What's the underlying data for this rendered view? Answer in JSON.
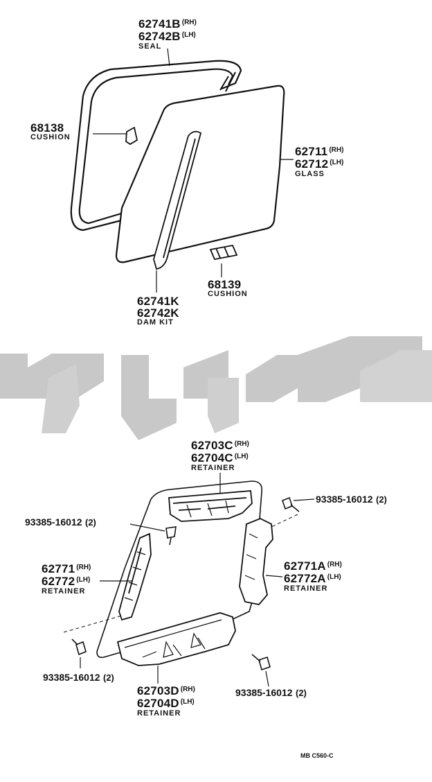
{
  "parts": {
    "seal": {
      "rh_part": "62741B",
      "rh_side": "(RH)",
      "lh_part": "62742B",
      "lh_side": "(LH)",
      "name": "SEAL"
    },
    "cushion_68138": {
      "part": "68138",
      "name": "CUSHION"
    },
    "glass": {
      "rh_part": "62711",
      "rh_side": "(RH)",
      "lh_part": "62712",
      "lh_side": "(LH)",
      "name": "GLASS"
    },
    "cushion_68139": {
      "part": "68139",
      "name": "CUSHION"
    },
    "dam_kit": {
      "part1": "62741K",
      "part2": "62742K",
      "name": "DAM KIT"
    },
    "retainer_top": {
      "rh_part": "62703C",
      "rh_side": "(RH)",
      "lh_part": "62704C",
      "lh_side": "(LH)",
      "name": "RETAINER"
    },
    "retainer_left": {
      "rh_part": "62771",
      "rh_side": "(RH)",
      "lh_part": "62772",
      "lh_side": "(LH)",
      "name": "RETAINER"
    },
    "retainer_right": {
      "rh_part": "62771A",
      "rh_side": "(RH)",
      "lh_part": "62772A",
      "lh_side": "(LH)",
      "name": "RETAINER"
    },
    "retainer_bottom": {
      "rh_part": "62703D",
      "rh_side": "(RH)",
      "lh_part": "62704D",
      "lh_side": "(LH)",
      "name": "RETAINER"
    },
    "bolt_top_right": {
      "part": "93385-16012",
      "qty": "(2)"
    },
    "bolt_top_left": {
      "part": "93385-16012",
      "qty": "(2)"
    },
    "bolt_bottom_left": {
      "part": "93385-16012",
      "qty": "(2)"
    },
    "bolt_bottom_right": {
      "part": "93385-16012",
      "qty": "(2)"
    }
  },
  "watermark": {
    "color": "#c8c8c8"
  },
  "footer": {
    "code": "MB  C560-C"
  },
  "colors": {
    "line": "#111111",
    "background": "#ffffff"
  }
}
